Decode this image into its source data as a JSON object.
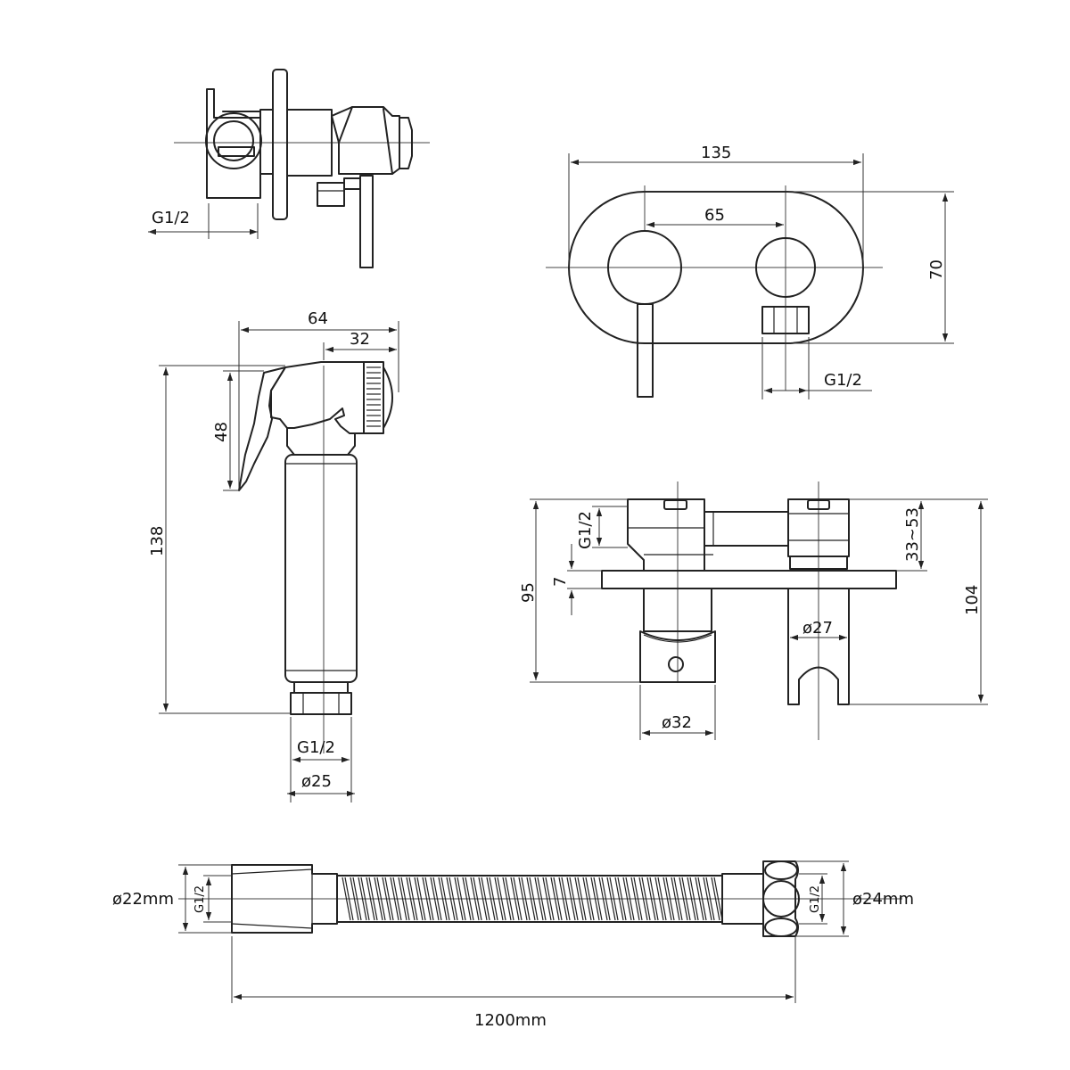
{
  "labels": {
    "top_left_thread": "G1/2",
    "plate_width": "135",
    "plate_spacing": "65",
    "plate_height": "70",
    "plate_thread": "G1/2",
    "spray_width": "64",
    "spray_head": "32",
    "spray_lever": "48",
    "spray_length": "138",
    "spray_thread": "G1/2",
    "spray_diameter": "ø25",
    "side_thread": "G1/2",
    "side_plate": "7",
    "side_depth": "95",
    "side_range": "33~53",
    "side_total": "104",
    "side_holder_dia": "ø27",
    "side_body_dia": "ø32",
    "hose_left_dia": "ø22mm",
    "hose_left_thread": "G1/2",
    "hose_right_dia": "ø24mm",
    "hose_right_thread": "G1/2",
    "hose_length": "1200mm"
  }
}
